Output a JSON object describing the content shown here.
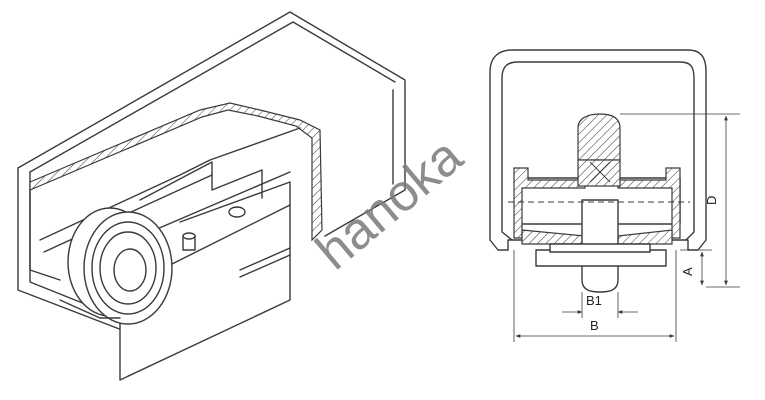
{
  "watermark": "hanoka",
  "dimensions": {
    "A": "A",
    "B": "B",
    "B1": "B1",
    "D": "D"
  },
  "colors": {
    "line": "#3a3a3a",
    "background": "#ffffff",
    "watermark": "#7a7a7a"
  }
}
